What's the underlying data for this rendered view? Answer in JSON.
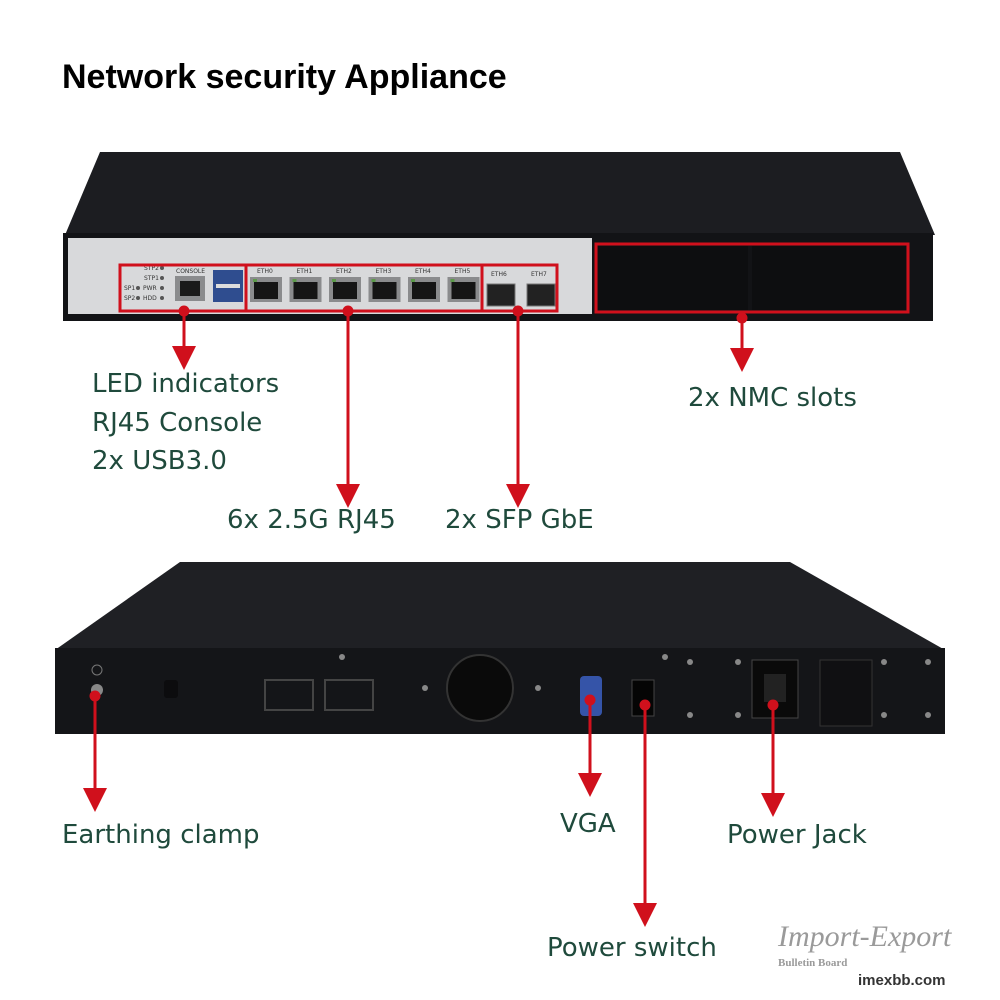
{
  "title": "Network security Appliance",
  "colors": {
    "annotation": "#d0101c",
    "label_text": "#1f4a3c",
    "chassis": "#17181b"
  },
  "front_panel": {
    "led_labels": [
      "STP2",
      "STP1",
      "SP1",
      "PWR",
      "SP2",
      "HDD"
    ],
    "console_label": "CONSOLE",
    "eth_ports": [
      "ETH0",
      "ETH1",
      "ETH2",
      "ETH3",
      "ETH4",
      "ETH5"
    ],
    "sfp_ports": [
      "ETH6",
      "ETH7"
    ]
  },
  "annotations": {
    "front": {
      "led_console_usb": [
        "LED indicators",
        "RJ45 Console",
        "2x USB3.0"
      ],
      "rj45": "6x 2.5G RJ45",
      "sfp": "2x SFP GbE",
      "nmc": "2x NMC slots"
    },
    "back": {
      "earthing": "Earthing clamp",
      "vga": "VGA",
      "power_jack": "Power Jack",
      "power_switch": "Power switch"
    }
  },
  "watermark": {
    "main": "Import-Export",
    "sub": "Bulletin Board",
    "url": "imexbb.com"
  }
}
